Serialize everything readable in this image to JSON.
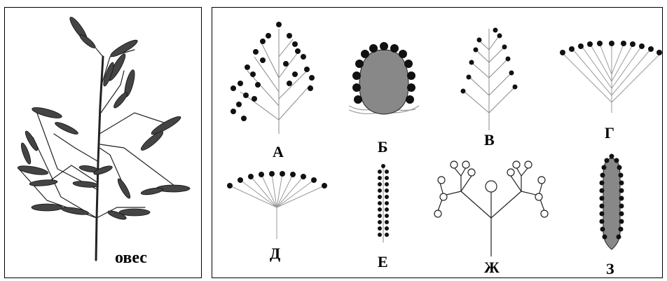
{
  "left_panel": {
    "plant_label": "овес",
    "illustration_icon": "oat-plant-icon"
  },
  "diagrams": [
    {
      "label": "А",
      "icon": "compound-raceme-icon"
    },
    {
      "label": "Б",
      "icon": "head-inflorescence-icon"
    },
    {
      "label": "В",
      "icon": "raceme-icon"
    },
    {
      "label": "Г",
      "icon": "corymb-icon"
    },
    {
      "label": "Д",
      "icon": "umbel-icon"
    },
    {
      "label": "Е",
      "icon": "spike-icon"
    },
    {
      "label": "Ж",
      "icon": "compound-cyme-icon"
    },
    {
      "label": "З",
      "icon": "spadix-icon"
    }
  ]
}
